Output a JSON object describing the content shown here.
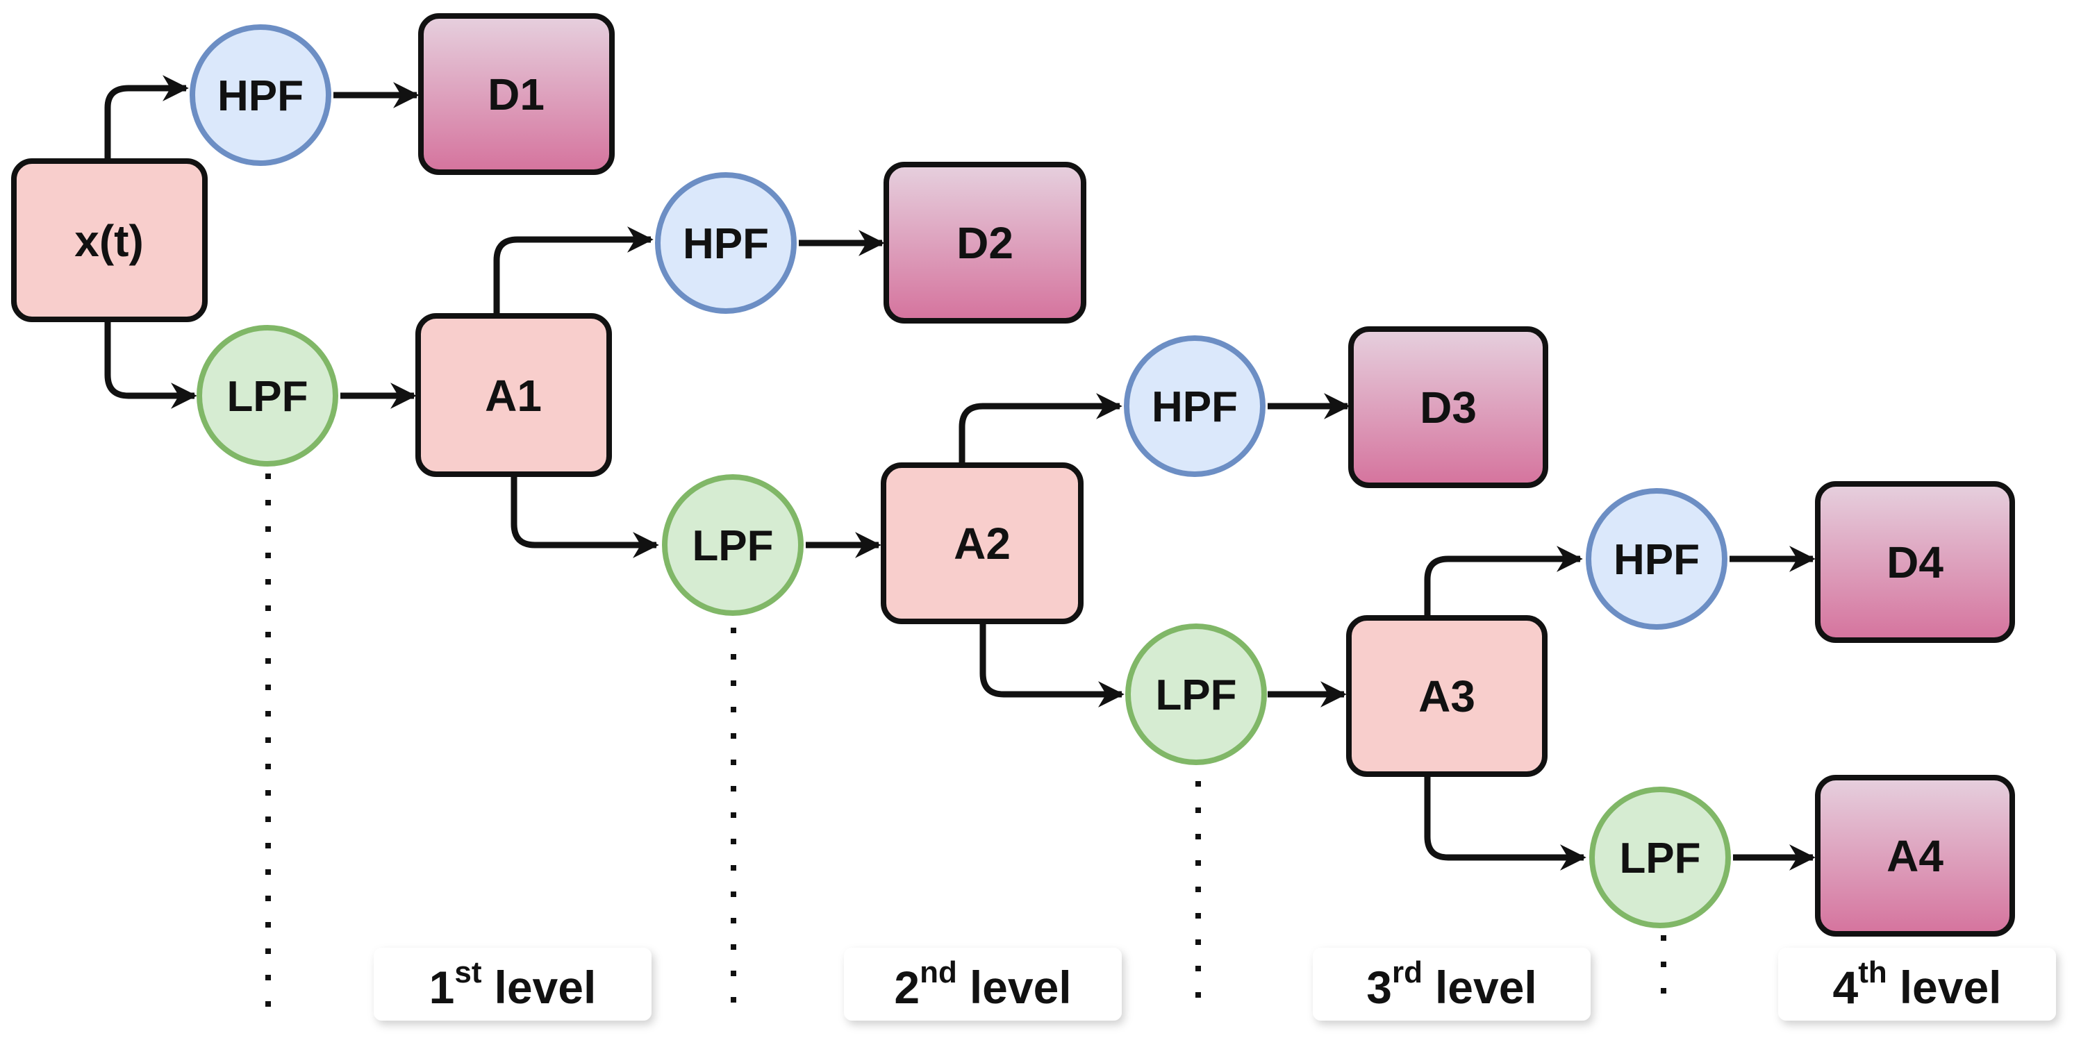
{
  "diagram": {
    "input": "x(t)",
    "hpf_label": "HPF",
    "lpf_label": "LPF",
    "details": [
      "D1",
      "D2",
      "D3",
      "D4"
    ],
    "approximations": [
      "A1",
      "A2",
      "A3",
      "A4"
    ],
    "levels": [
      {
        "num": "1",
        "sup": "st",
        "word": "level"
      },
      {
        "num": "2",
        "sup": "nd",
        "word": "level"
      },
      {
        "num": "3",
        "sup": "rd",
        "word": "level"
      },
      {
        "num": "4",
        "sup": "th",
        "word": "level"
      }
    ]
  }
}
